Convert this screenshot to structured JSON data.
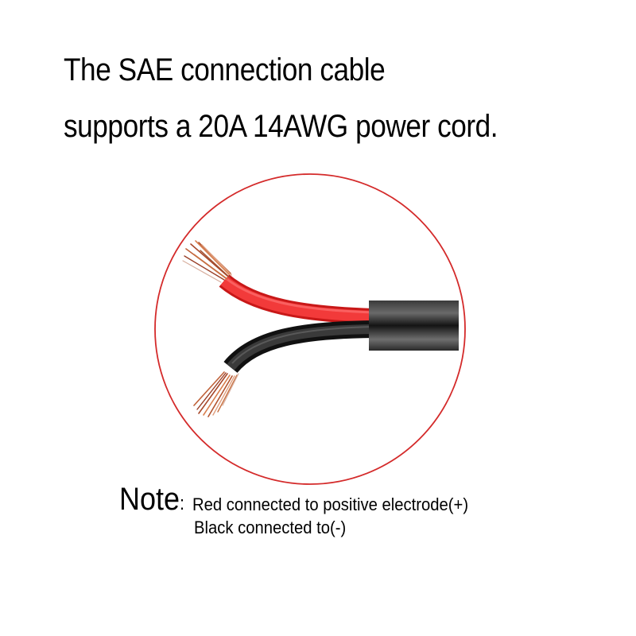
{
  "headline": {
    "line1": "The SAE connection cable",
    "line2": "supports a 20A 14AWG power cord."
  },
  "figure": {
    "description": "two-conductor cable with stripped copper ends",
    "circle_color": "#d42a2a",
    "red_wire_color": "#ee2a2a",
    "black_wire_color": "#2a2a2a",
    "jacket_color": "#1e1e1e",
    "copper_color": "#c8663a"
  },
  "note": {
    "label": "Note",
    "separator": ":",
    "line1": "Red connected to positive electrode(+)",
    "line2": "Black connected to(-)"
  }
}
